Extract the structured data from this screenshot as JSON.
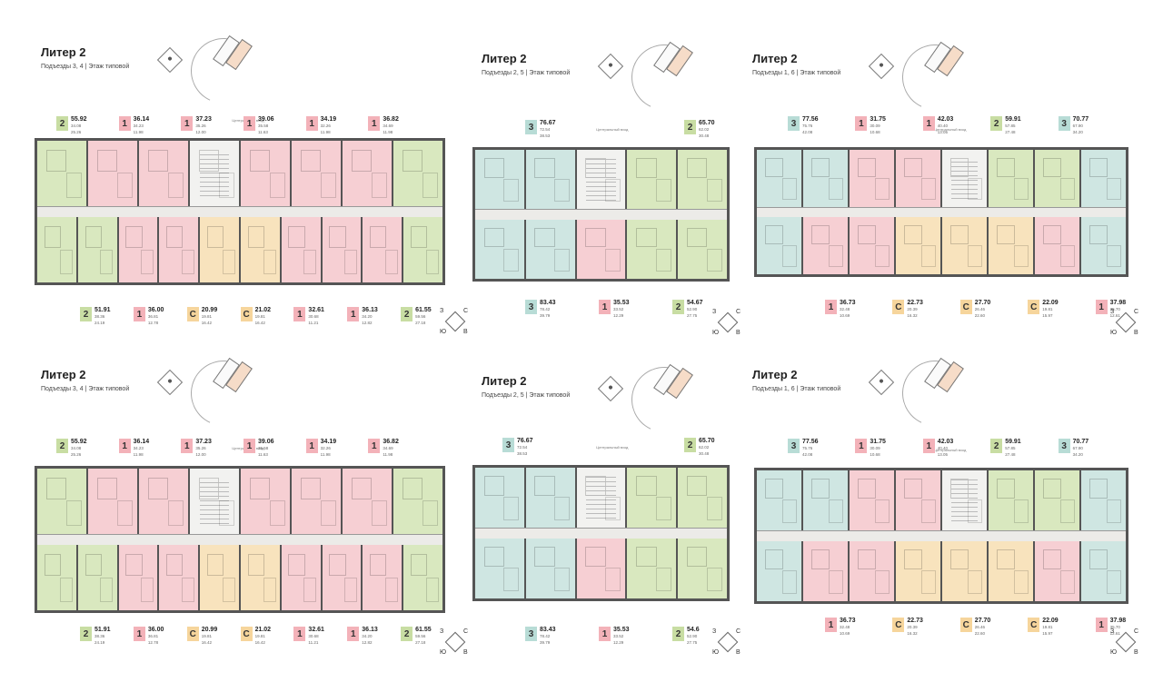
{
  "panels": [
    {
      "id": "p1",
      "title": "Литер 2",
      "subtitle": "Подъезды 3, 4 | Этаж типовой",
      "entry": "Центральный вход",
      "top_units": [
        {
          "rooms": "2",
          "area": "55.92",
          "sub1": "34.08",
          "sub2": "25.26",
          "color": "green"
        },
        {
          "rooms": "1",
          "area": "36.14",
          "sub1": "34.23",
          "sub2": "11.98",
          "color": "pink"
        },
        {
          "rooms": "1",
          "area": "37.23",
          "sub1": "35.26",
          "sub2": "12.00",
          "color": "pink"
        },
        {
          "rooms": "1",
          "area": "39.06",
          "sub1": "35.58",
          "sub2": "11.63",
          "color": "pink"
        },
        {
          "rooms": "1",
          "area": "34.19",
          "sub1": "32.26",
          "sub2": "11.98",
          "color": "pink"
        },
        {
          "rooms": "1",
          "area": "36.82",
          "sub1": "34.69",
          "sub2": "11.98",
          "color": "pink"
        }
      ],
      "bottom_units": [
        {
          "rooms": "2",
          "area": "51.91",
          "sub1": "38.36",
          "sub2": "24.19",
          "color": "green"
        },
        {
          "rooms": "1",
          "area": "36.00",
          "sub1": "36.81",
          "sub2": "12.78",
          "color": "pink"
        },
        {
          "rooms": "С",
          "area": "20.99",
          "sub1": "19.81",
          "sub2": "16.42",
          "color": "yellow"
        },
        {
          "rooms": "С",
          "area": "21.02",
          "sub1": "19.81",
          "sub2": "16.42",
          "color": "yellow"
        },
        {
          "rooms": "1",
          "area": "32.61",
          "sub1": "30.68",
          "sub2": "11.21",
          "color": "pink"
        },
        {
          "rooms": "1",
          "area": "36.13",
          "sub1": "34.20",
          "sub2": "12.82",
          "color": "pink"
        },
        {
          "rooms": "2",
          "area": "61.55",
          "sub1": "59.56",
          "sub2": "27.18",
          "color": "green"
        }
      ],
      "plan_top": [
        "green",
        "pink",
        "pink",
        "stair",
        "pink",
        "pink",
        "pink",
        "green"
      ],
      "plan_bottom": [
        "green",
        "green",
        "pink",
        "pink",
        "yellow",
        "yellow",
        "pink",
        "pink",
        "pink",
        "green"
      ]
    },
    {
      "id": "p2",
      "title": "Литер 2",
      "subtitle": "Подъезды 2, 5 | Этаж типовой",
      "entry": "Центральный вход",
      "top_units": [
        {
          "rooms": "3",
          "area": "76.67",
          "sub1": "72.54",
          "sub2": "38.53",
          "color": "teal"
        },
        {
          "rooms": "2",
          "area": "65.70",
          "sub1": "62.02",
          "sub2": "30.48",
          "color": "green"
        }
      ],
      "bottom_units": [
        {
          "rooms": "3",
          "area": "83.43",
          "sub1": "78.42",
          "sub2": "39.79",
          "color": "teal"
        },
        {
          "rooms": "1",
          "area": "35.53",
          "sub1": "33.52",
          "sub2": "12.29",
          "color": "pink"
        },
        {
          "rooms": "2",
          "area": "54.67",
          "sub1": "52.90",
          "sub2": "27.75",
          "color": "green"
        }
      ],
      "plan_top": [
        "teal",
        "teal",
        "stair",
        "green",
        "green"
      ],
      "plan_bottom": [
        "teal",
        "teal",
        "pink",
        "green",
        "green"
      ]
    },
    {
      "id": "p3",
      "title": "Литер 2",
      "subtitle": "Подъезды 1, 6 | Этаж типовой",
      "entry": "Центральный вход",
      "top_units": [
        {
          "rooms": "3",
          "area": "77.56",
          "sub1": "75.76",
          "sub2": "42.08",
          "color": "teal"
        },
        {
          "rooms": "1",
          "area": "31.75",
          "sub1": "30.09",
          "sub2": "10.68",
          "color": "pink"
        },
        {
          "rooms": "1",
          "area": "42.03",
          "sub1": "40.40",
          "sub2": "13.05",
          "color": "pink"
        },
        {
          "rooms": "2",
          "area": "59.91",
          "sub1": "57.85",
          "sub2": "27.48",
          "color": "green"
        },
        {
          "rooms": "3",
          "area": "70.77",
          "sub1": "67.90",
          "sub2": "34.20",
          "color": "teal"
        }
      ],
      "bottom_units": [
        {
          "rooms": "1",
          "area": "36.73",
          "sub1": "32.48",
          "sub2": "10.69",
          "color": "pink"
        },
        {
          "rooms": "С",
          "area": "22.73",
          "sub1": "20.39",
          "sub2": "16.32",
          "color": "yellow"
        },
        {
          "rooms": "С",
          "area": "27.70",
          "sub1": "26.46",
          "sub2": "22.60",
          "color": "yellow"
        },
        {
          "rooms": "С",
          "area": "22.09",
          "sub1": "19.81",
          "sub2": "15.97",
          "color": "yellow"
        },
        {
          "rooms": "1",
          "area": "37.98",
          "sub1": "35.70",
          "sub2": "12.61",
          "color": "pink"
        }
      ],
      "plan_top": [
        "teal",
        "teal",
        "pink",
        "pink",
        "stair",
        "green",
        "green",
        "teal"
      ],
      "plan_bottom": [
        "teal",
        "pink",
        "pink",
        "yellow",
        "yellow",
        "yellow",
        "pink",
        "teal"
      ]
    },
    {
      "id": "p4",
      "title": "Литер 2",
      "subtitle": "Подъезды 3, 4 | Этаж типовой",
      "entry": "Центральный вход",
      "top_units": [
        {
          "rooms": "2",
          "area": "55.92",
          "sub1": "34.08",
          "sub2": "25.26",
          "color": "green"
        },
        {
          "rooms": "1",
          "area": "36.14",
          "sub1": "34.23",
          "sub2": "11.98",
          "color": "pink"
        },
        {
          "rooms": "1",
          "area": "37.23",
          "sub1": "35.26",
          "sub2": "12.00",
          "color": "pink"
        },
        {
          "rooms": "1",
          "area": "39.06",
          "sub1": "35.58",
          "sub2": "11.63",
          "color": "pink"
        },
        {
          "rooms": "1",
          "area": "34.19",
          "sub1": "32.26",
          "sub2": "11.98",
          "color": "pink"
        },
        {
          "rooms": "1",
          "area": "36.82",
          "sub1": "34.69",
          "sub2": "11.98",
          "color": "pink"
        }
      ],
      "bottom_units": [
        {
          "rooms": "2",
          "area": "51.91",
          "sub1": "38.36",
          "sub2": "24.19",
          "color": "green"
        },
        {
          "rooms": "1",
          "area": "36.00",
          "sub1": "36.81",
          "sub2": "12.78",
          "color": "pink"
        },
        {
          "rooms": "С",
          "area": "20.99",
          "sub1": "19.81",
          "sub2": "16.42",
          "color": "yellow"
        },
        {
          "rooms": "С",
          "area": "21.02",
          "sub1": "19.81",
          "sub2": "16.42",
          "color": "yellow"
        },
        {
          "rooms": "1",
          "area": "32.61",
          "sub1": "30.68",
          "sub2": "11.21",
          "color": "pink"
        },
        {
          "rooms": "1",
          "area": "36.13",
          "sub1": "34.20",
          "sub2": "12.82",
          "color": "pink"
        },
        {
          "rooms": "2",
          "area": "61.55",
          "sub1": "59.56",
          "sub2": "27.18",
          "color": "green"
        }
      ],
      "plan_top": [
        "green",
        "pink",
        "pink",
        "stair",
        "pink",
        "pink",
        "pink",
        "green"
      ],
      "plan_bottom": [
        "green",
        "green",
        "pink",
        "pink",
        "yellow",
        "yellow",
        "pink",
        "pink",
        "pink",
        "green"
      ]
    },
    {
      "id": "p5",
      "title": "Литер 2",
      "subtitle": "Подъезды 2, 5 | Этаж типовой",
      "entry": "Центральный вход",
      "top_units": [
        {
          "rooms": "3",
          "area": "76.67",
          "sub1": "72.54",
          "sub2": "38.53",
          "color": "teal"
        },
        {
          "rooms": "2",
          "area": "65.70",
          "sub1": "62.02",
          "sub2": "30.48",
          "color": "green"
        }
      ],
      "bottom_units": [
        {
          "rooms": "3",
          "area": "83.43",
          "sub1": "78.42",
          "sub2": "39.79",
          "color": "teal"
        },
        {
          "rooms": "1",
          "area": "35.53",
          "sub1": "33.52",
          "sub2": "12.29",
          "color": "pink"
        },
        {
          "rooms": "2",
          "area": "54.6",
          "sub1": "52.90",
          "sub2": "27.75",
          "color": "green"
        }
      ],
      "plan_top": [
        "teal",
        "teal",
        "stair",
        "green",
        "green"
      ],
      "plan_bottom": [
        "teal",
        "teal",
        "pink",
        "green",
        "green"
      ]
    },
    {
      "id": "p6",
      "title": "Литер 2",
      "subtitle": "Подъезды 1, 6 | Этаж типовой",
      "entry": "Центральный вход",
      "top_units": [
        {
          "rooms": "3",
          "area": "77.56",
          "sub1": "75.76",
          "sub2": "42.08",
          "color": "teal"
        },
        {
          "rooms": "1",
          "area": "31.75",
          "sub1": "30.09",
          "sub2": "10.68",
          "color": "pink"
        },
        {
          "rooms": "1",
          "area": "42.03",
          "sub1": "40.40",
          "sub2": "13.05",
          "color": "pink"
        },
        {
          "rooms": "2",
          "area": "59.91",
          "sub1": "57.85",
          "sub2": "27.48",
          "color": "green"
        },
        {
          "rooms": "3",
          "area": "70.77",
          "sub1": "67.90",
          "sub2": "34.20",
          "color": "teal"
        }
      ],
      "bottom_units": [
        {
          "rooms": "1",
          "area": "36.73",
          "sub1": "32.48",
          "sub2": "10.69",
          "color": "pink"
        },
        {
          "rooms": "С",
          "area": "22.73",
          "sub1": "20.39",
          "sub2": "16.32",
          "color": "yellow"
        },
        {
          "rooms": "С",
          "area": "27.70",
          "sub1": "26.46",
          "sub2": "22.60",
          "color": "yellow"
        },
        {
          "rooms": "С",
          "area": "22.09",
          "sub1": "19.81",
          "sub2": "15.97",
          "color": "yellow"
        },
        {
          "rooms": "1",
          "area": "37.98",
          "sub1": "35.70",
          "sub2": "12.61",
          "color": "pink"
        }
      ],
      "plan_top": [
        "teal",
        "teal",
        "pink",
        "pink",
        "stair",
        "green",
        "green",
        "teal"
      ],
      "plan_bottom": [
        "teal",
        "pink",
        "pink",
        "yellow",
        "yellow",
        "yellow",
        "pink",
        "teal"
      ]
    }
  ],
  "compass": {
    "n": "С",
    "s": "Ю",
    "w": "З",
    "e": "В"
  },
  "colors": {
    "pink": "#f6cfd3",
    "green": "#d9e8bf",
    "teal": "#cfe6e2",
    "yellow": "#f8e3bd"
  }
}
